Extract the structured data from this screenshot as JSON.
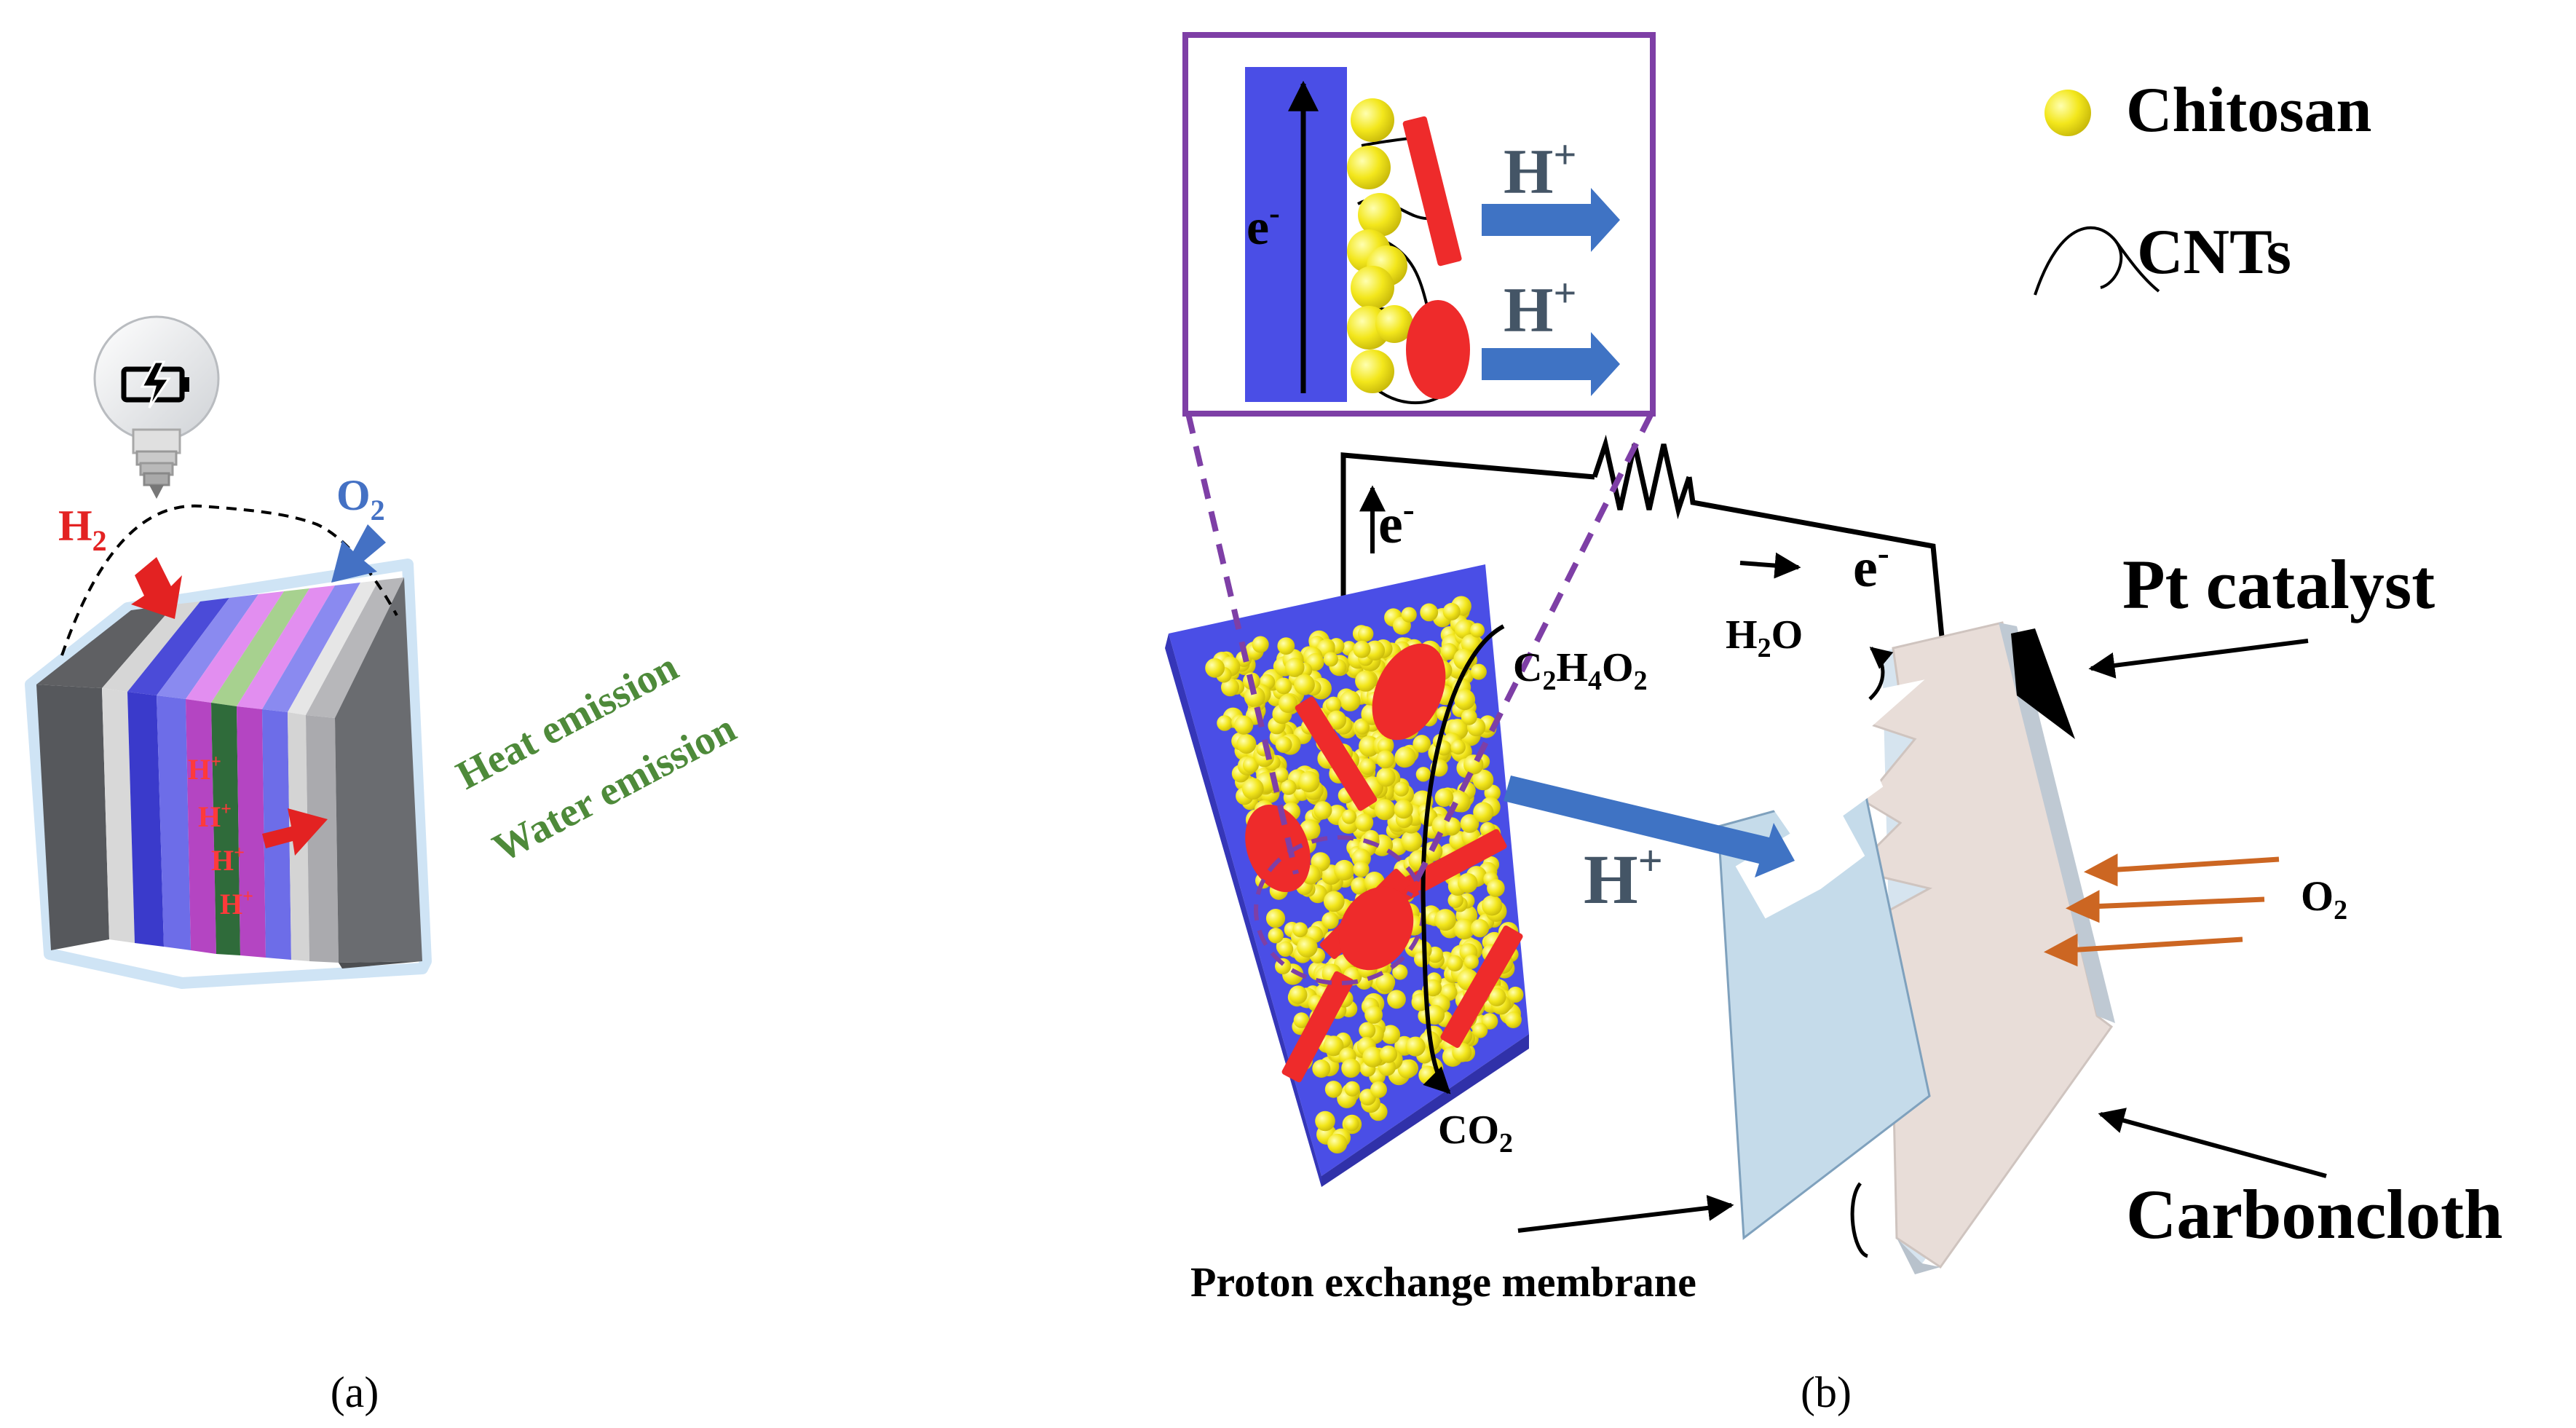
{
  "panel_a": {
    "caption": "(a)",
    "h2": {
      "main": "H",
      "sub": "2"
    },
    "o2": {
      "main": "O",
      "sub": "2"
    },
    "proton": {
      "main": "H",
      "sup": "+"
    },
    "heat_emission": "Heat emission",
    "water_emission": "Water emission",
    "colors": {
      "h2": "#e32222",
      "o2": "#4471c4",
      "emission": "#4e8a3a"
    }
  },
  "panel_b": {
    "caption": "(b)",
    "legend": {
      "chitosan": "Chitosan",
      "cnts": "CNTs"
    },
    "inset": {
      "electron": {
        "main": "e",
        "sup": "-"
      },
      "proton": {
        "main": "H",
        "sup": "+"
      }
    },
    "circuit": {
      "electron": {
        "main": "e",
        "sup": "-"
      }
    },
    "acetic_acid": {
      "p1": "C",
      "s1": "2",
      "p2": "H",
      "s2": "4",
      "p3": "O",
      "s3": "2"
    },
    "water": {
      "p1": "H",
      "s1": "2",
      "p2": "O"
    },
    "co2": {
      "main": "CO",
      "sub": "2"
    },
    "proton": {
      "main": "H",
      "sup": "+"
    },
    "o2": {
      "main": "O",
      "sub": "2"
    },
    "pt_catalyst": "Pt catalyst",
    "carboncloth": "Carboncloth",
    "membrane": "Proton exchange membrane",
    "colors": {
      "anode": "#4a4ee6",
      "chitosan": "#f2e61a",
      "cnt_red": "#ee2b2b",
      "inset_border": "#7e3fa6",
      "arrow_blue": "#3f73c4",
      "o2_arrow": "#cc6622",
      "cathode": "#e8ddd8",
      "membrane": "#c5dbea"
    }
  }
}
